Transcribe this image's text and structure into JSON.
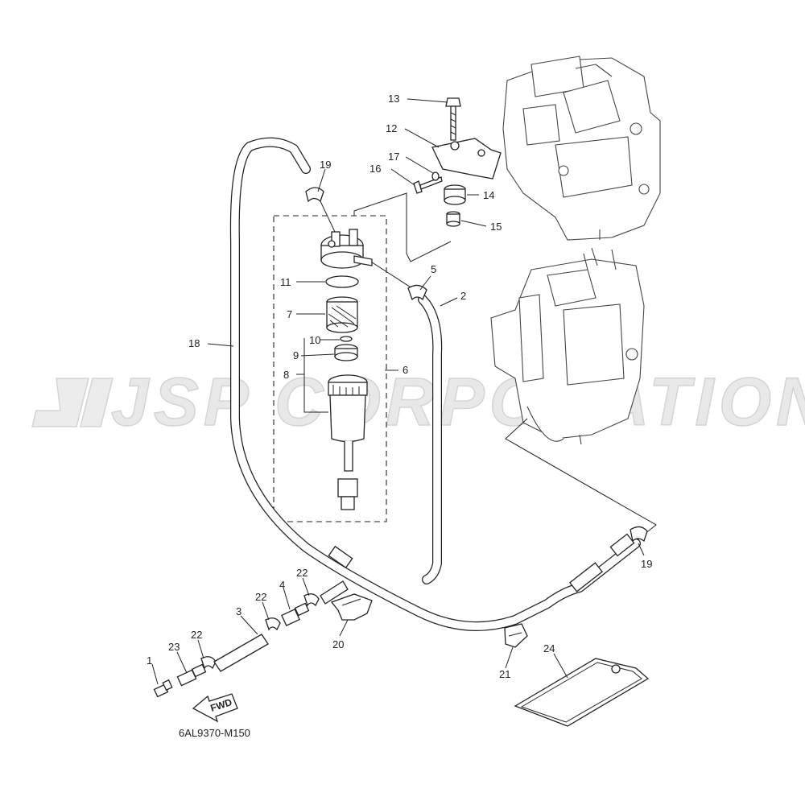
{
  "watermark": "JSP CORPORATION",
  "diagram_code": "6AL9370-M150",
  "fwd_label": "FWD",
  "callouts": {
    "c1": "1",
    "c2": "2",
    "c3": "3",
    "c4": "4",
    "c5": "5",
    "c6": "6",
    "c7": "7",
    "c8": "8",
    "c9": "9",
    "c10": "10",
    "c11": "11",
    "c12": "12",
    "c13": "13",
    "c14": "14",
    "c15": "15",
    "c16": "16",
    "c17": "17",
    "c18": "18",
    "c19a": "19",
    "c19b": "19",
    "c20": "20",
    "c21": "21",
    "c22a": "22",
    "c22b": "22",
    "c22c": "22",
    "c23": "23",
    "c24": "24"
  }
}
